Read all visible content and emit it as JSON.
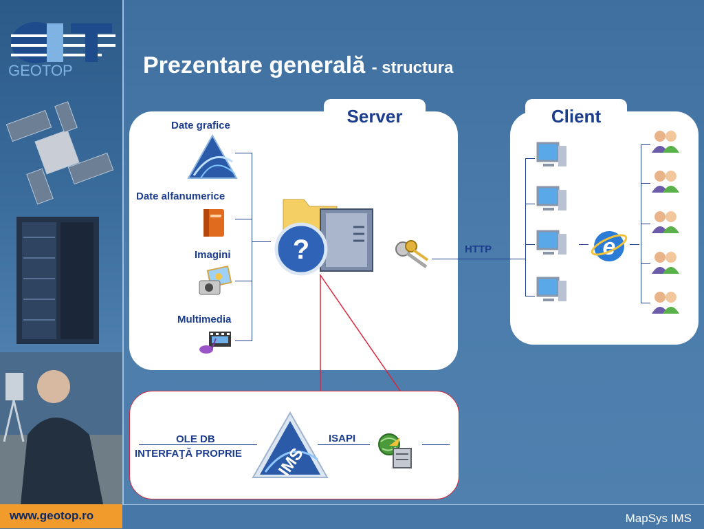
{
  "header": {
    "title": "Prezentare generală",
    "subtitle": "- structura"
  },
  "logo": {
    "text": "GEOTOP"
  },
  "server": {
    "tab": "Server",
    "sources": [
      "Date grafice",
      "Date alfanumerice",
      "Imagini",
      "Multimedia"
    ],
    "link_label": "HTTP"
  },
  "client": {
    "tab": "Client"
  },
  "detail": {
    "left_line1": "OLE DB",
    "left_line2": "INTERFAŢĂ PROPRIE",
    "logo_text": "IMS",
    "right_label": "ISAPI"
  },
  "footer": {
    "url": "www.geotop.ro",
    "product": "MapSys IMS"
  },
  "colors": {
    "accent": "#1b3d8c",
    "panel": "#ffffff",
    "connector": "#d9263c",
    "footer_accent": "#f29b2d"
  }
}
